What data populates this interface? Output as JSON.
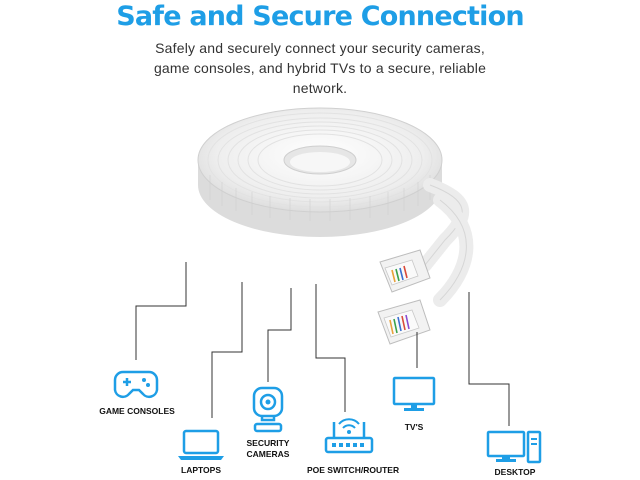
{
  "header": {
    "title": "Safe and Secure Connection",
    "subtitle": "Safely and securely connect your security cameras, game consoles, and hybrid TVs to a secure, reliable network."
  },
  "devices": [
    {
      "label": "GAME CONSOLES",
      "icon": "gamepad-icon"
    },
    {
      "label": "LAPTOPS",
      "icon": "laptop-icon"
    },
    {
      "label_line1": "SECURITY",
      "label_line2": "CAMERAS",
      "icon": "security-camera-icon"
    },
    {
      "label": "POE SWITCH/ROUTER",
      "icon": "router-icon"
    },
    {
      "label": "TV'S",
      "icon": "tv-icon"
    },
    {
      "label": "DESKTOP",
      "icon": "desktop-icon"
    }
  ],
  "colors": {
    "accent": "#1e9ee6",
    "text": "#222222",
    "line": "#333333",
    "cable": "#f4f4f4"
  }
}
